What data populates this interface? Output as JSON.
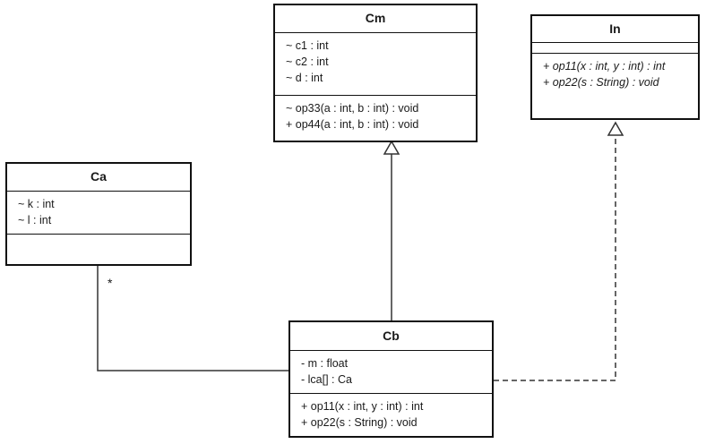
{
  "classes": {
    "cm": {
      "name": "Cm",
      "attributes": [
        "~ c1 : int",
        "~ c2 : int",
        "~ d : int"
      ],
      "operations": [
        "~ op33(a : int, b : int) : void",
        "+ op44(a : int, b : int) : void"
      ]
    },
    "in": {
      "name": "In",
      "attributes": [],
      "operations": [
        "+ op11(x : int, y : int) : int",
        "+ op22(s : String) : void"
      ]
    },
    "ca": {
      "name": "Ca",
      "attributes": [
        "~ k : int",
        "~ l : int"
      ],
      "operations": []
    },
    "cb": {
      "name": "Cb",
      "attributes": [
        "- m : float",
        "- lca[] : Ca"
      ],
      "operations": [
        "+ op11(x : int, y : int) : int",
        "+ op22(s : String) : void"
      ]
    }
  },
  "association": {
    "multiplicity": "*"
  }
}
